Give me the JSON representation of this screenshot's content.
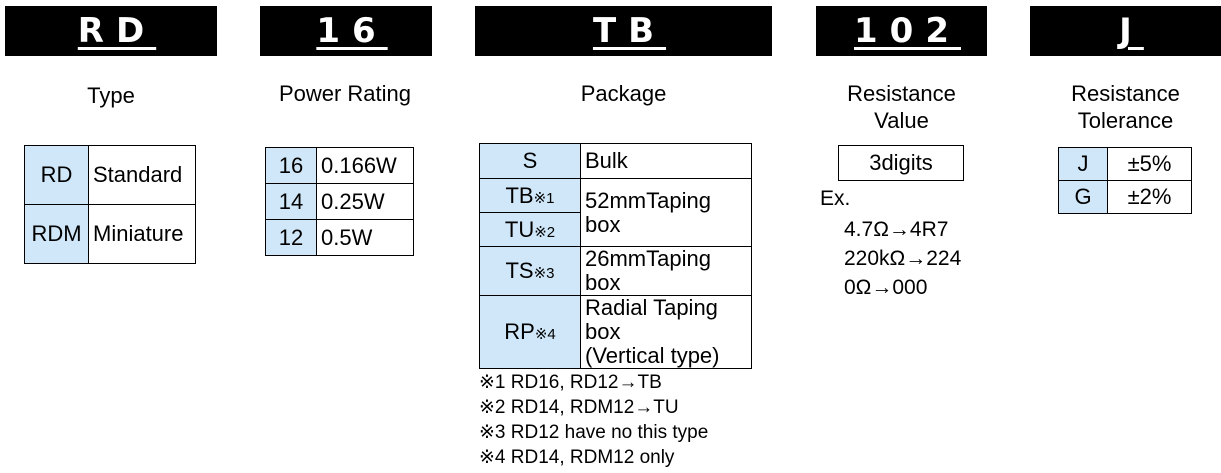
{
  "code_bars": {
    "type": "RD",
    "power": "16",
    "package": "TB",
    "resistance": "102",
    "tolerance": "J"
  },
  "headings": {
    "type": "Type",
    "power": "Power Rating",
    "package": "Package",
    "resistance_line1": "Resistance",
    "resistance_line2": "Value",
    "tolerance_line1": "Resistance",
    "tolerance_line2": "Tolerance"
  },
  "type_table": [
    {
      "code": "RD",
      "desc": "Standard"
    },
    {
      "code": "RDM",
      "desc": "Miniature"
    }
  ],
  "power_table": [
    {
      "code": "16",
      "desc": "0.166W"
    },
    {
      "code": "14",
      "desc": "0.25W"
    },
    {
      "code": "12",
      "desc": "0.5W"
    }
  ],
  "package_table": {
    "s_code": "S",
    "s_desc": "Bulk",
    "tb_code": "TB",
    "tb_mark": "※1",
    "tu_code": "TU",
    "tu_mark": "※2",
    "tb_tu_desc_1": "52mmTaping",
    "tb_tu_desc_2": "box",
    "ts_code": "TS",
    "ts_mark": "※3",
    "ts_desc_1": "26mmTaping",
    "ts_desc_2": "box",
    "rp_code": "RP",
    "rp_mark": "※4",
    "rp_desc_1": "Radial Taping",
    "rp_desc_2": "box",
    "rp_desc_3": "(Vertical type)"
  },
  "package_notes": [
    "※1 RD16, RD12→TB",
    "※2 RD14, RDM12→TU",
    "※3 RD12 have no this type",
    "※4 RD14, RDM12  only"
  ],
  "resistance": {
    "box": "3digits",
    "ex_label": "Ex.",
    "examples": [
      "4.7Ω→4R7",
      "220kΩ→224",
      "0Ω→000"
    ]
  },
  "tolerance_table": [
    {
      "code": "J",
      "desc": "±5%"
    },
    {
      "code": "G",
      "desc": "±2%"
    }
  ]
}
